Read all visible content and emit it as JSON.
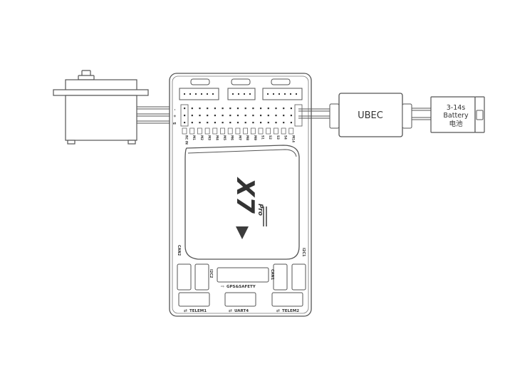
{
  "ubec": {
    "label": "UBEC"
  },
  "battery": {
    "line1": "3-14s",
    "line2": "Battery",
    "line3": "电池"
  },
  "controller": {
    "logo": "X7",
    "logo_sub": "Pro",
    "rail_labels": [
      "S",
      "+",
      "-"
    ],
    "pin_labels": [
      "RC IN",
      "M1",
      "M2",
      "M3",
      "M4",
      "M5",
      "M6",
      "M7",
      "M8",
      "M9",
      "S1",
      "S2",
      "S3",
      "S4",
      "M14"
    ],
    "ports": {
      "can2": "CAN2",
      "can1": "CAN1",
      "i2c2": "I2C2",
      "i2c1": "I2C1",
      "gps": "GPS&SAFETY",
      "telem1": "TELEM1",
      "uart4": "UART4",
      "telem2": "TELEM2"
    }
  }
}
